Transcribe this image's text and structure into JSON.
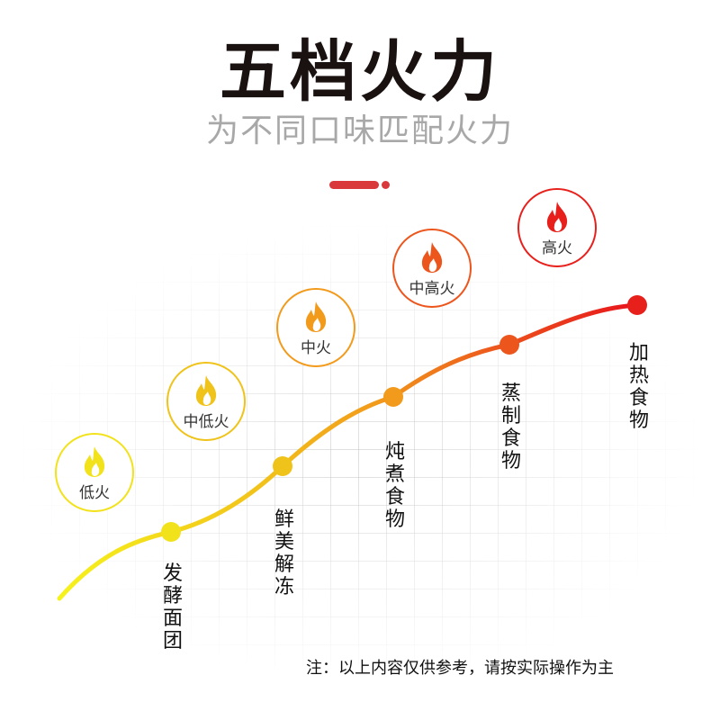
{
  "title": "五档火力",
  "subtitle": "为不同口味匹配火力",
  "levels": [
    {
      "label": "低火",
      "color": "#f2e21c",
      "usage": "发酵面团",
      "value": 1
    },
    {
      "label": "中低火",
      "color": "#efc31a",
      "usage": "鲜美解冻",
      "value": 2
    },
    {
      "label": "中火",
      "color": "#f29a1b",
      "usage": "炖煮食物",
      "value": 3
    },
    {
      "label": "中高火",
      "color": "#ec561c",
      "usage": "蒸制食物",
      "value": 4
    },
    {
      "label": "高火",
      "color": "#e8201c",
      "usage": "加热食物",
      "value": 5
    }
  ],
  "note": "注：以上内容仅供参考，请按实际操作为主"
}
